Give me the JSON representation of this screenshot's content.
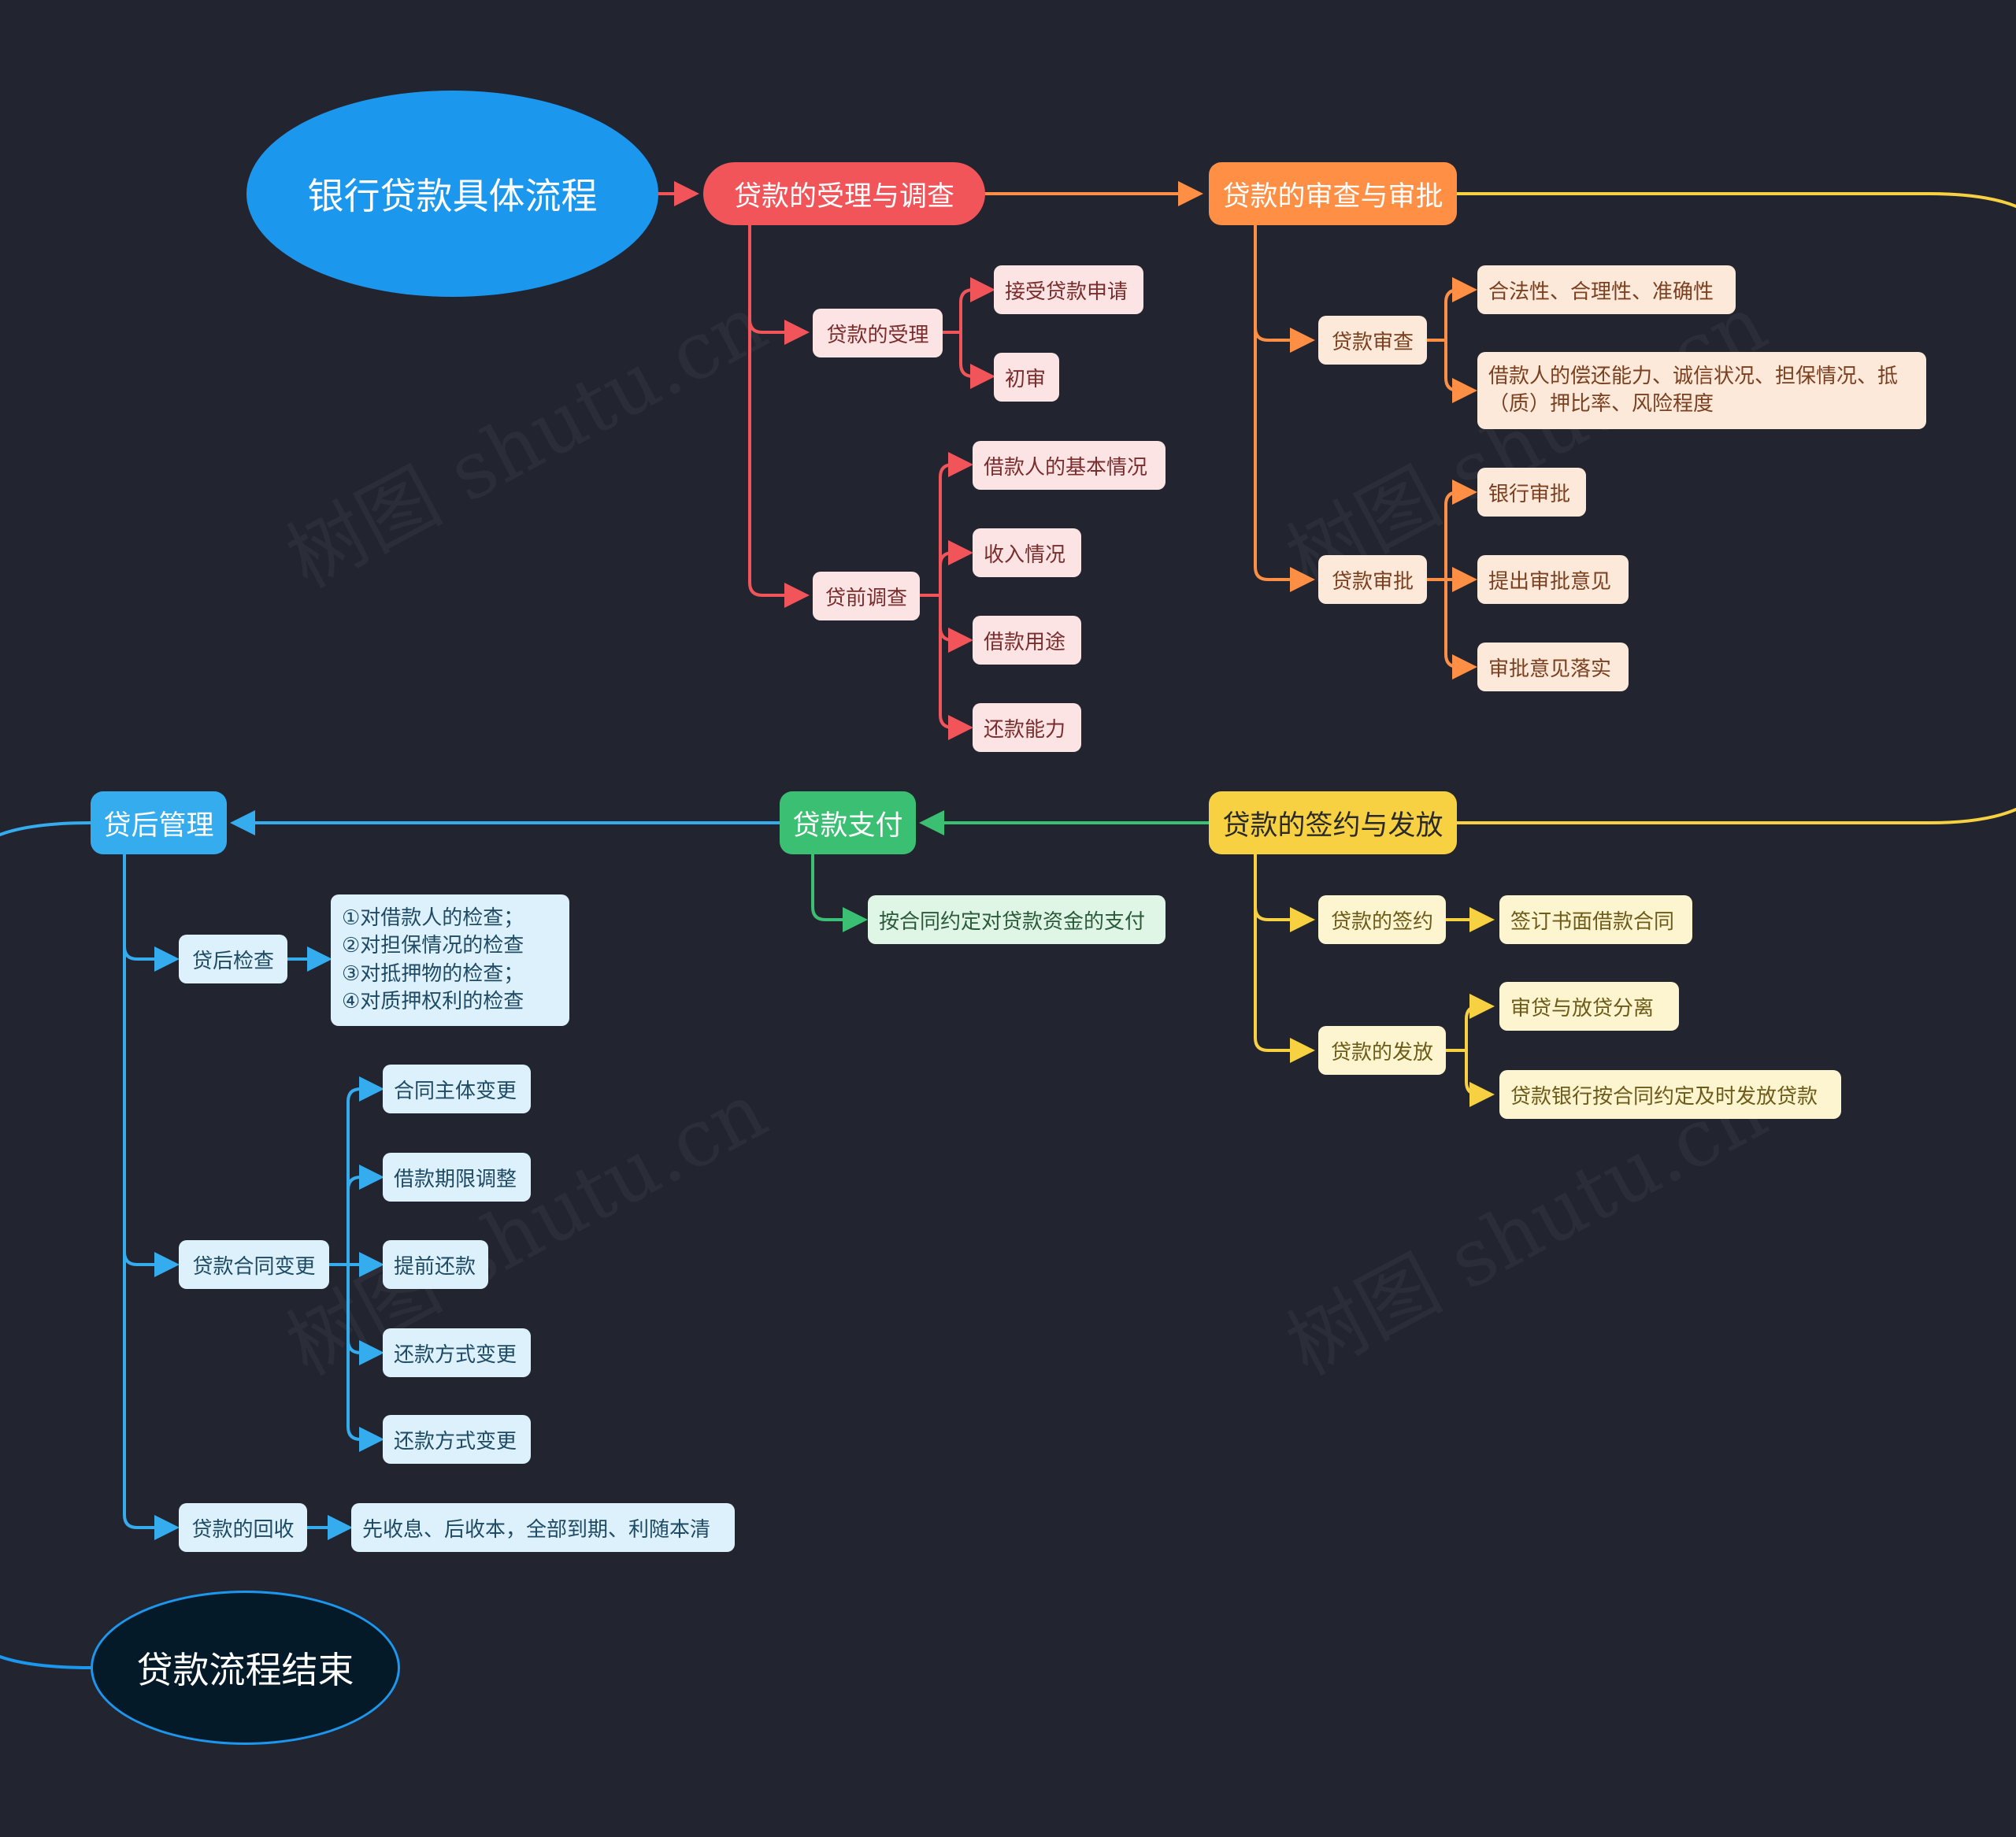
{
  "title": "银行贷款具体流程",
  "end": "贷款流程结束",
  "watermark": "树图 shutu.cn",
  "colors": {
    "background": "#222430",
    "red": "#f1555a",
    "orange": "#ff8f45",
    "yellow": "#f8d143",
    "green": "#3bbf72",
    "blue": "#35acee",
    "root": "#1b97ee",
    "end_fill": "#051a28"
  },
  "branches": {
    "acceptance": {
      "label": "贷款的受理与调查",
      "accept": {
        "label": "贷款的受理",
        "items": [
          "接受贷款申请",
          "初审"
        ]
      },
      "survey": {
        "label": "贷前调查",
        "items": [
          "借款人的基本情况",
          "收入情况",
          "借款用途",
          "还款能力"
        ]
      }
    },
    "review": {
      "label": "贷款的审查与审批",
      "check": {
        "label": "贷款审查",
        "items": [
          "合法性、合理性、准确性",
          "借款人的偿还能力、诚信状况、担保情况、抵",
          "（质）押比率、风险程度"
        ]
      },
      "approve": {
        "label": "贷款审批",
        "items": [
          "银行审批",
          "提出审批意见",
          "审批意见落实"
        ]
      }
    },
    "signing": {
      "label": "贷款的签约与发放",
      "sign": {
        "label": "贷款的签约",
        "items": [
          "签订书面借款合同"
        ]
      },
      "issue": {
        "label": "贷款的发放",
        "items": [
          "审贷与放贷分离",
          "贷款银行按合同约定及时发放贷款"
        ]
      }
    },
    "payment": {
      "label": "贷款支付",
      "items": [
        "按合同约定对贷款资金的支付"
      ]
    },
    "post": {
      "label": "贷后管理",
      "inspect": {
        "label": "贷后检查",
        "items": [
          "①对借款人的检查；",
          "②对担保情况的检查",
          "③对抵押物的检查；",
          "④对质押权利的检查"
        ]
      },
      "change": {
        "label": "贷款合同变更",
        "items": [
          "合同主体变更",
          "借款期限调整",
          "提前还款",
          "还款方式变更",
          "还款方式变更"
        ]
      },
      "recover": {
        "label": "贷款的回收",
        "items": [
          "先收息、后收本，全部到期、利随本清"
        ]
      }
    }
  }
}
